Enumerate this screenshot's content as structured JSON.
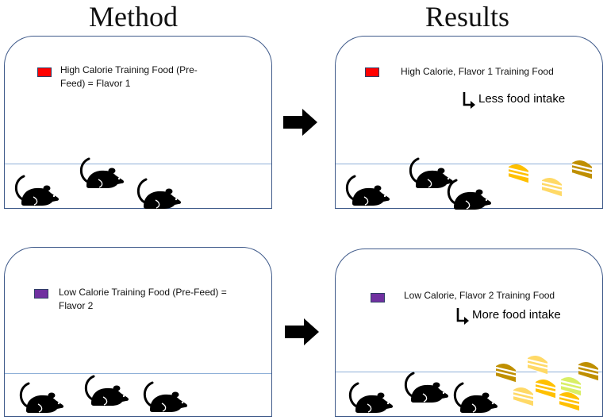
{
  "headings": {
    "method": "Method",
    "results": "Results"
  },
  "colors": {
    "high_calorie": "#ff0000",
    "low_calorie": "#7030a0",
    "panel_border": "#3f5a8a",
    "floor_line": "#8fb0d8",
    "cake_orange": "#ffc000",
    "cake_light": "#ffd966",
    "cake_dark": "#bf8f00",
    "cake_lime": "#d9ef66"
  },
  "panels": {
    "method_high": {
      "label": "High Calorie Training Food (Pre-\nFeed) = Flavor 1"
    },
    "results_high": {
      "label": "High Calorie, Flavor 1 Training Food",
      "outcome": "Less food intake"
    },
    "method_low": {
      "label": "Low Calorie Training Food (Pre-Feed) =\nFlavor 2"
    },
    "results_low": {
      "label": "Low Calorie, Flavor 2 Training Food",
      "outcome": "More food intake"
    }
  },
  "icons": {
    "rat": "rat-silhouette-icon",
    "cake": "cake-slice-icon",
    "arrow": "right-arrow-icon",
    "outcome": "elbow-arrow-icon"
  }
}
